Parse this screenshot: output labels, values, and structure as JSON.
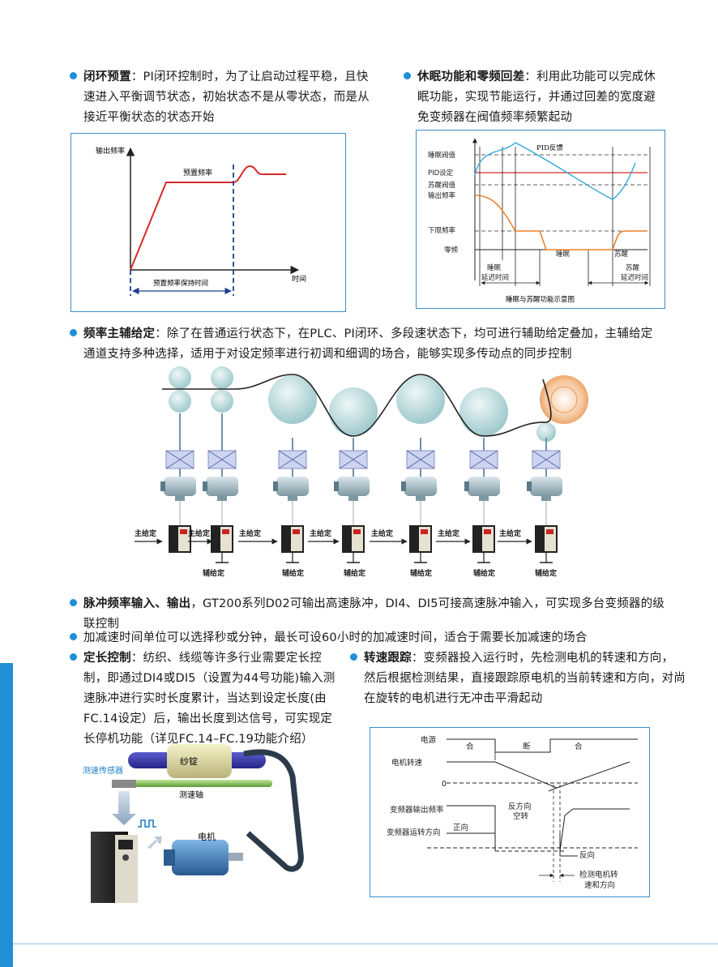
{
  "sections": {
    "closed_loop": {
      "title": "闭环预置",
      "lines": [
        "：PI闭环控制时，为了让启动过程平稳，且快",
        "速进入平衡调节状态，初始状态不是从零状态，而是从",
        "接近平衡状态的状态开始"
      ]
    },
    "sleep": {
      "title": "休眠功能和零频回差",
      "lines": [
        "：利用此功能可以完成休",
        "眠功能，实现节能运行，并通过回差的宽度避",
        "免变频器在阀值频率频繁起动"
      ]
    },
    "freq_main_aux": {
      "title": "频率主辅给定",
      "lines": [
        "：除了在普通运行状态下，在PLC、PI闭环、多段速状态下，均可进行辅助给定叠加，主辅给定",
        "通道支持多种选择，适用于对设定频率进行初调和细调的场合，能够实现多传动点的同步控制"
      ]
    },
    "pulse": {
      "title": "脉冲频率输入、输出",
      "lines": [
        "，GT200系列D02可输出高速脉冲，DI4、DI5可接高速脉冲输入，可实现多台变频器的级",
        "联控制"
      ]
    },
    "accel": {
      "text": "加减速时间单位可以选择秒或分钟，最长可设60小时的加减速时间，适合于需要长加减速的场合"
    },
    "length": {
      "title": "定长控制",
      "lines": [
        "：纺织、线缆等许多行业需要定长控",
        "制，即通过DI4或DI5（设置为44号功能)输入测",
        "速脉冲进行实时长度累计，当达到设定长度(由",
        "FC.14设定）后，输出长度到达信号，可实现定",
        "长停机功能（详见FC.14–FC.19功能介绍）"
      ]
    },
    "tracking": {
      "title": "转速跟踪",
      "lines": [
        "：变频器投入运行时，先检测电机的转速和方向，",
        "然后根据检测结果，直接跟踪原电机的当前转速和方向，对尚",
        "在旋转的电机进行无冲击平滑起动"
      ]
    }
  },
  "fig_closed_loop": {
    "y_label": "输出频率",
    "preset_label": "预置频率",
    "hold_label": "预置频率保持时间",
    "x_label": "时间"
  },
  "fig_sleep": {
    "labels": [
      "睡眠阀值",
      "PID设定",
      "苏醒阀值",
      "输出频率",
      "下限频率",
      "零频"
    ],
    "pid_feedback": "PID反馈",
    "sleep_delay": [
      "睡眠",
      "延迟时间"
    ],
    "sleep": "睡眠",
    "wake": "苏醒",
    "wake_delay": [
      "苏醒",
      "延迟时间"
    ],
    "caption": "睡眠与苏醒功能示意图"
  },
  "fig_sync": {
    "main_label": "主给定",
    "aux_label": "辅给定"
  },
  "fig_length": {
    "sensor": "测速传感器",
    "spindle": "纱锭",
    "shaft": "测速轴",
    "motor": "电机"
  },
  "fig_tracking": {
    "rows": [
      "电源",
      "电机转速",
      "0",
      "变频器输出频率",
      "变频器运转方向"
    ],
    "on1": "合",
    "off": "断",
    "on2": "合",
    "reverse_rot": [
      "反方向",
      "空转"
    ],
    "forward": "正向",
    "reverse": "反向",
    "detect": [
      "检测电机转",
      "速和方向"
    ]
  },
  "colors": {
    "accent": "#1f8fd6",
    "red": "#d62b2b",
    "cyan": "#2aa7d8",
    "orange": "#e8822c"
  }
}
